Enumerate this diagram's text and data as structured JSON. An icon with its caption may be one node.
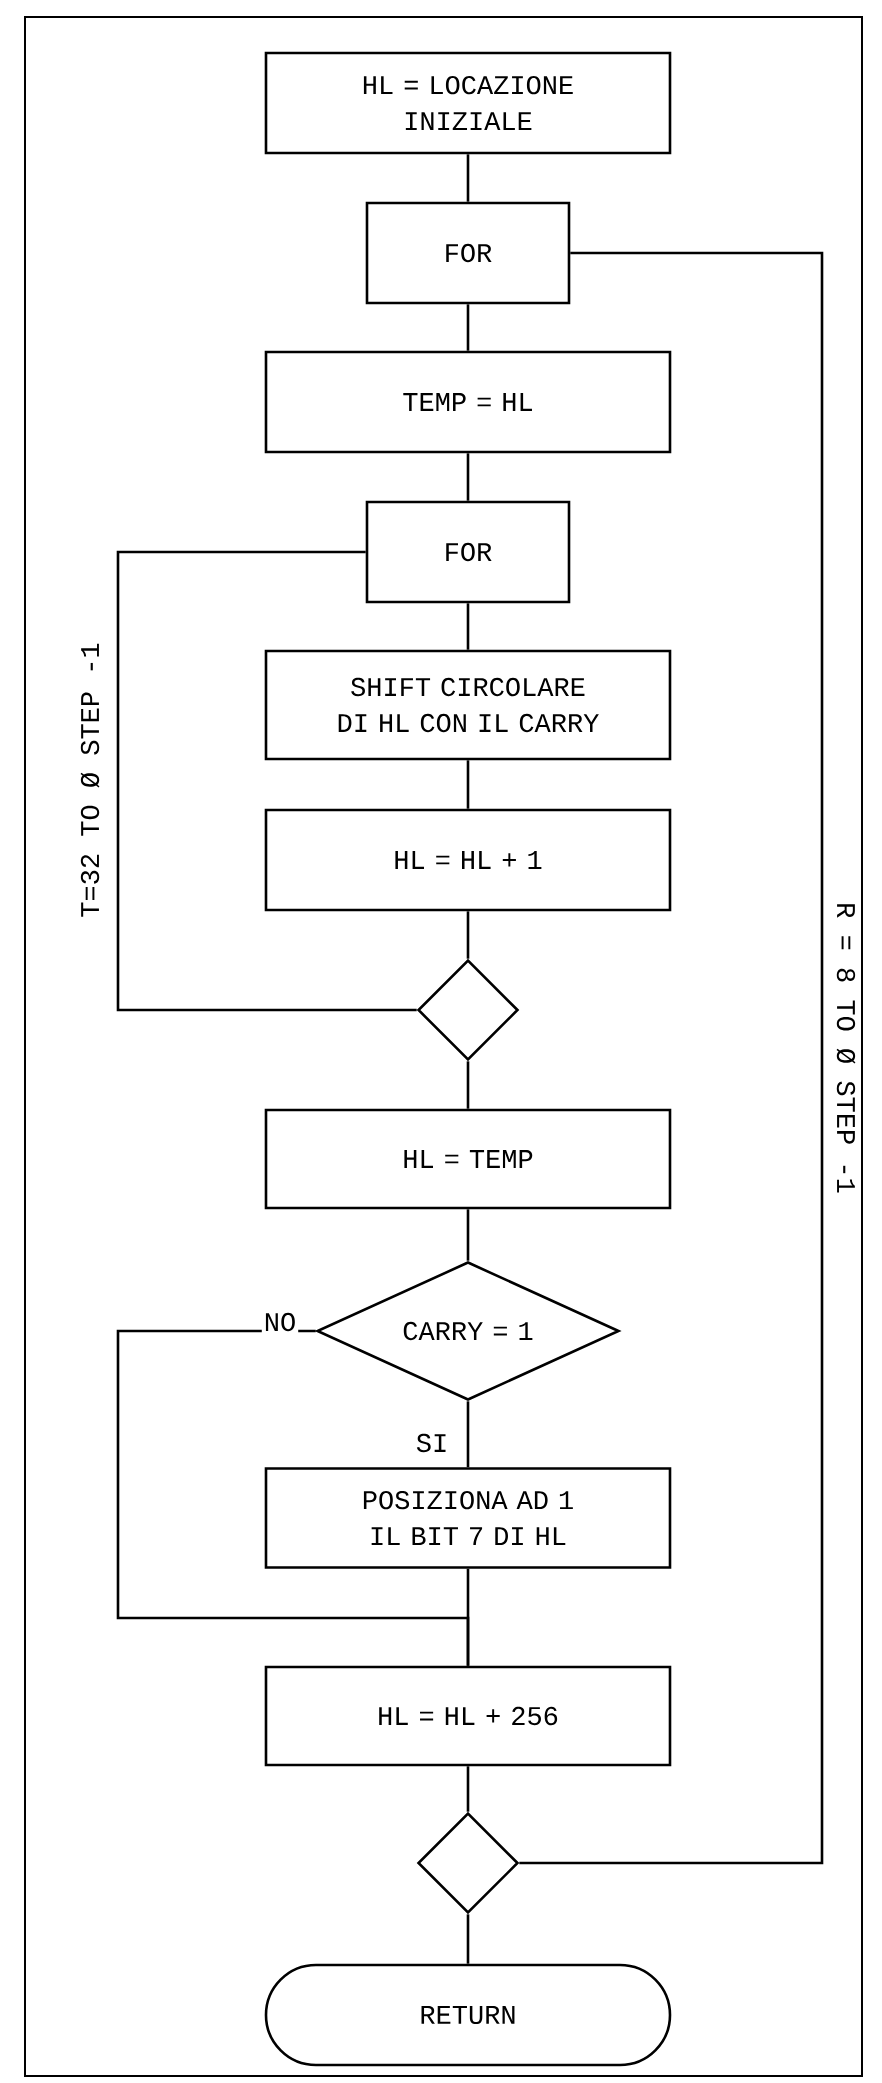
{
  "diagram": {
    "nodes": [
      {
        "text": [
          "HL = LOCAZIONE INIZIALE"
        ]
      },
      {
        "text": [
          "FOR"
        ]
      },
      {
        "text": [
          "TEMP  = HL"
        ]
      },
      {
        "text": [
          "FOR"
        ]
      },
      {
        "text": [
          "SHIFT CIRCOLARE DI HL CON IL CARRY"
        ]
      },
      {
        "text": [
          "HL = HL + 1"
        ]
      },
      {
        "text": [],
        "shape": "diamond"
      },
      {
        "text": [
          "HL = TEMP"
        ]
      },
      {
        "text": [
          "CARRY = 1"
        ]
      },
      {
        "text": [
          "POSIZIONA AD 1 IL BIT 7 DI HL"
        ]
      },
      {
        "text": [
          "HL = HL + 256"
        ]
      },
      {
        "text": [],
        "shape": "diamond"
      },
      {
        "text": [
          "RETURN"
        ]
      }
    ],
    "edges": [
      {
        "from": 0,
        "to": 1,
        "arrow": "none"
      },
      {
        "from": 1,
        "to": 2,
        "arrow": "none"
      },
      {
        "from": 2,
        "to": 3,
        "arrow": "none"
      },
      {
        "from": 3,
        "to": 4,
        "arrow": "none"
      },
      {
        "from": 4,
        "to": 5,
        "arrow": "none"
      },
      {
        "from": 5,
        "to": 6,
        "arrow": "none"
      },
      {
        "from": 6,
        "to": 3,
        "label": "T=32 TO Ø STEP -1",
        "arrow": "none"
      },
      {
        "from": 6,
        "to": 7,
        "arrow": "none"
      },
      {
        "from": 7,
        "to": 8,
        "arrow": "none"
      },
      {
        "from": 8,
        "to": 9,
        "label": "SI",
        "arrow": "none"
      },
      {
        "from": 8,
        "to": 10,
        "label": "NO",
        "arrow": "none"
      },
      {
        "from": 9,
        "to": 10,
        "arrow": "none"
      },
      {
        "from": 10,
        "to": 11,
        "arrow": "none"
      },
      {
        "from": 11,
        "to": 1,
        "label": "R = 8 TO Ø STEP -1",
        "arrow": "none"
      },
      {
        "from": 11,
        "to": 12,
        "arrow": "none"
      }
    ]
  }
}
